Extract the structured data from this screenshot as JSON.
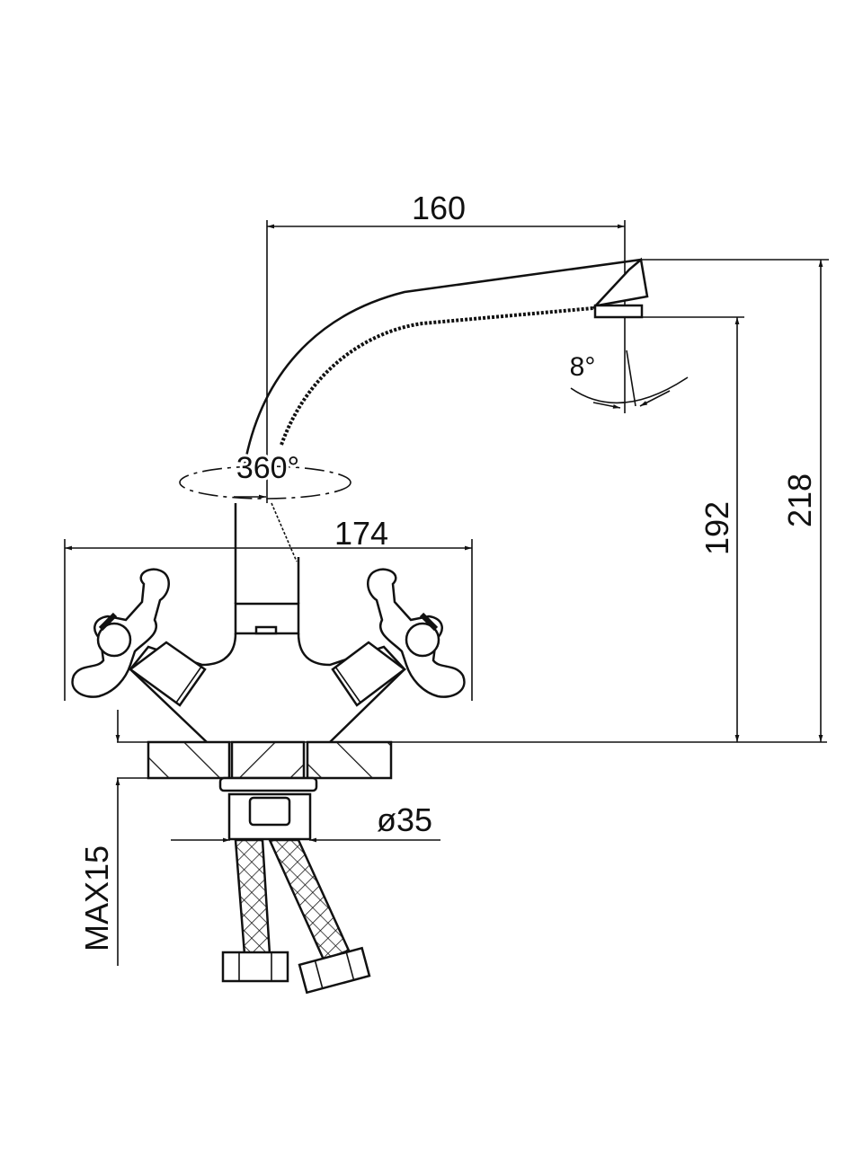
{
  "dimensions": {
    "spout_reach": "160",
    "swivel_angle": "360°",
    "handle_span": "174",
    "spout_outlet_height": "192",
    "total_height": "218",
    "aerator_tilt": "8°",
    "mount_hole_diameter": "ø35",
    "max_countertop_thickness": "MAX15"
  },
  "colors": {
    "line": "#111111",
    "background": "#ffffff"
  }
}
